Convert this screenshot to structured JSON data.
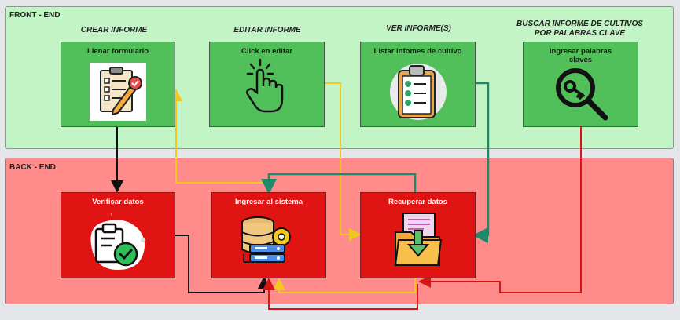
{
  "lanes": {
    "front": "FRONT - END",
    "back": "BACK - END"
  },
  "columns": {
    "crear": "CREAR INFORME",
    "editar": "EDITAR INFORME",
    "ver": "VER INFORME(S)",
    "buscar_line1": "BUSCAR INFORME DE CULTIVOS",
    "buscar_line2": "POR PALABRAS CLAVE"
  },
  "front_cards": {
    "llenar": "Llenar formulario",
    "editar": "Click en editar",
    "listar": "Listar infomes de cultivo",
    "buscar": "Ingresar palabras claves"
  },
  "back_cards": {
    "verificar": "Verificar datos",
    "ingresar": "Ingresar al sistema",
    "recuperar": "Recuperar datos"
  },
  "icons": [
    "form-edit-icon",
    "click-hand-icon",
    "checklist-icon",
    "search-key-icon",
    "verify-clipboard-icon",
    "database-server-icon",
    "download-folder-icon"
  ],
  "colors": {
    "front_lane": "#c3f4c5",
    "back_lane": "#ff8b8b",
    "front_card": "#52c05a",
    "back_card": "#e11414",
    "arrow_black": "#111111",
    "arrow_yellow": "#f3c81c",
    "arrow_teal": "#1f8a6a",
    "arrow_red": "#d81414"
  }
}
